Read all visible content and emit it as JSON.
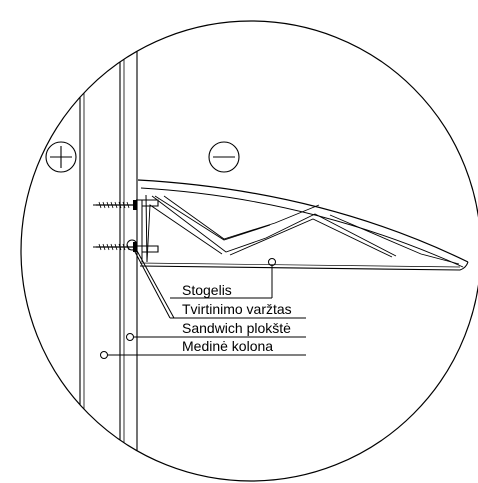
{
  "symbols": {
    "plus": "+",
    "minus": "−"
  },
  "labels": {
    "stogelis": "Stogelis",
    "tvirtinimo_varztas": "Tvirtinimo varžtas",
    "sandwich_plokste": "Sandwich plokštė",
    "medine_kolona": "Medinė kolona"
  }
}
